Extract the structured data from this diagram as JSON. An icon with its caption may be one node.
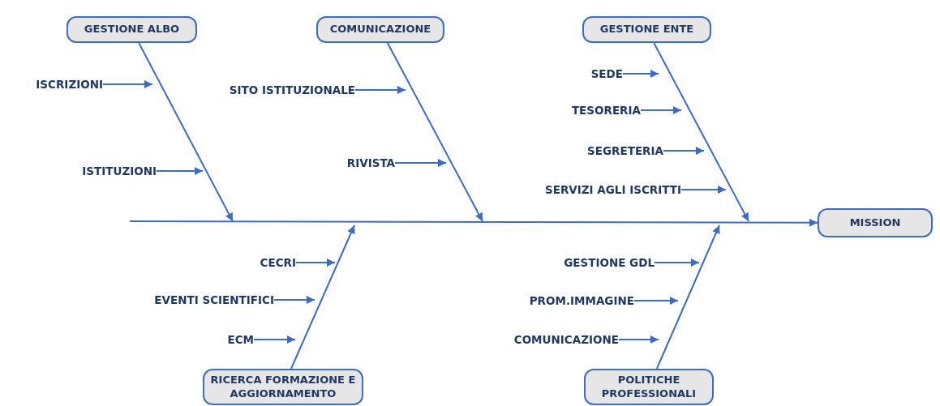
{
  "diagram": {
    "nodes": [
      {
        "text": [
          "GESTIONE ALBO"
        ]
      },
      {
        "text": [
          "COMUNICAZIONE"
        ]
      },
      {
        "text": [
          "GESTIONE ENTE"
        ]
      },
      {
        "text": [
          "SEDE"
        ]
      },
      {
        "text": [
          "ISCRIZIONI"
        ]
      },
      {
        "text": [
          "SITO ISTITUZIONALE"
        ]
      },
      {
        "text": [
          "TESORERIA"
        ]
      },
      {
        "text": [
          "SEGRETERIA"
        ]
      },
      {
        "text": [
          "RIVISTA"
        ]
      },
      {
        "text": [
          "ISTITUZIONI"
        ]
      },
      {
        "text": [
          "SERVIZI AGLI ISCRITTI"
        ]
      },
      {
        "text": [
          "MISSION"
        ]
      },
      {
        "text": [
          "CECRI"
        ]
      },
      {
        "text": [
          "GESTIONE GDL"
        ]
      },
      {
        "text": [
          "EVENTI SCIENTIFICI"
        ]
      },
      {
        "text": [
          "PROM.IMMAGINE"
        ]
      },
      {
        "text": [
          "ECM"
        ]
      },
      {
        "text": [
          "COMUNICAZIONE"
        ]
      },
      {
        "text": [
          "RICERCA FORMAZIONE E AGGIORNAMENTO"
        ]
      },
      {
        "text": [
          "POLITICHE PROFESSIONALI"
        ]
      }
    ],
    "edges": [
      {
        "from": null,
        "to": 11,
        "arrow": "to"
      },
      {
        "from": 0,
        "to": null,
        "arrow": "to"
      },
      {
        "from": 1,
        "to": null,
        "arrow": "to"
      },
      {
        "from": 2,
        "to": null,
        "arrow": "to"
      },
      {
        "from": 18,
        "to": null,
        "arrow": "to"
      },
      {
        "from": 19,
        "to": null,
        "arrow": "to"
      },
      {
        "from": 4,
        "to": null,
        "arrow": "to"
      },
      {
        "from": 9,
        "to": null,
        "arrow": "to"
      },
      {
        "from": 5,
        "to": null,
        "arrow": "to"
      },
      {
        "from": 8,
        "to": null,
        "arrow": "to"
      },
      {
        "from": 3,
        "to": null,
        "arrow": "to"
      },
      {
        "from": 6,
        "to": null,
        "arrow": "to"
      },
      {
        "from": 7,
        "to": null,
        "arrow": "to"
      },
      {
        "from": 10,
        "to": null,
        "arrow": "to"
      },
      {
        "from": 12,
        "to": null,
        "arrow": "to"
      },
      {
        "from": 14,
        "to": null,
        "arrow": "to"
      },
      {
        "from": 16,
        "to": null,
        "arrow": "to"
      },
      {
        "from": 13,
        "to": null,
        "arrow": "to"
      },
      {
        "from": 15,
        "to": null,
        "arrow": "to"
      },
      {
        "from": 17,
        "to": null,
        "arrow": "to"
      }
    ]
  }
}
